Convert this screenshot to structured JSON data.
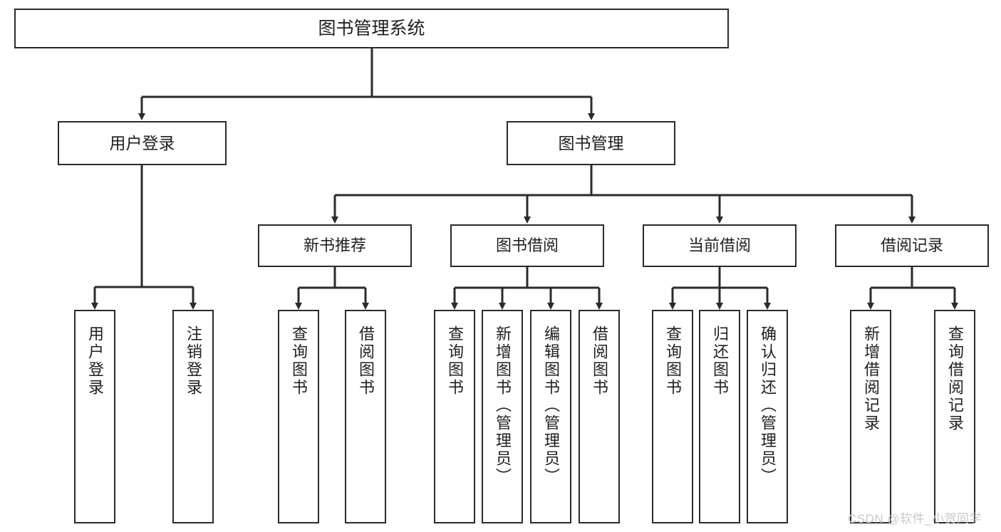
{
  "diagram": {
    "type": "tree-hierarchy",
    "title": "图书管理系统",
    "orientation": "top-down",
    "colors": {
      "box_border": "#2b2b2b",
      "box_fill": "#ffffff",
      "connector": "#2b2b2b",
      "text": "#1f1f1f",
      "watermark": "#c9c9c9"
    },
    "root": {
      "label": "图书管理系统"
    },
    "level2": [
      {
        "label": "用户登录"
      },
      {
        "label": "图书管理"
      }
    ],
    "level3": [
      {
        "label": "新书推荐"
      },
      {
        "label": "图书借阅"
      },
      {
        "label": "当前借阅"
      },
      {
        "label": "借阅记录"
      }
    ],
    "leaves": {
      "user_login": [
        {
          "label": "用户登录"
        },
        {
          "label": "注销登录"
        }
      ],
      "new_book_recommend": [
        {
          "label": "查询图书"
        },
        {
          "label": "借阅图书"
        }
      ],
      "book_borrow": [
        {
          "label": "查询图书"
        },
        {
          "label": "新增图书（管理员）"
        },
        {
          "label": "编辑图书（管理员）"
        },
        {
          "label": "借阅图书"
        }
      ],
      "current_borrow": [
        {
          "label": "查询图书"
        },
        {
          "label": "归还图书"
        },
        {
          "label": "确认归还（管理员）"
        }
      ],
      "borrow_record": [
        {
          "label": "新增借阅记录"
        },
        {
          "label": "查询借阅记录"
        }
      ]
    }
  },
  "watermark": {
    "text": "CSDN @软件_小贺同学"
  }
}
